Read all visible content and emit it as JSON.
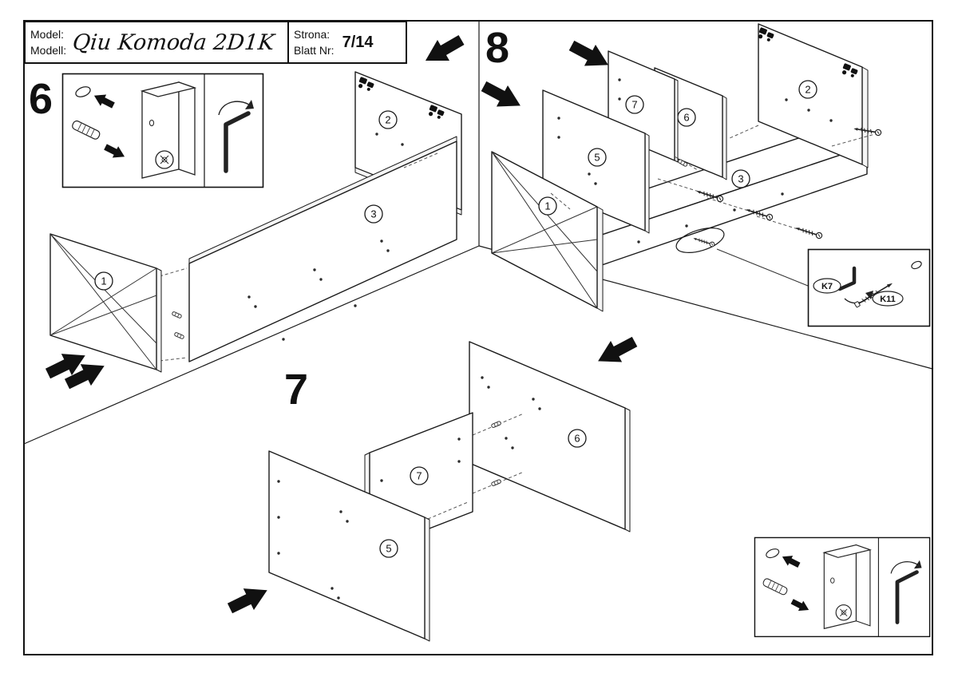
{
  "header": {
    "model_label_pl": "Model:",
    "model_label_de": "Modell:",
    "model_name": "Qiu Komoda 2D1K",
    "page_label_pl": "Strona:",
    "page_label_de": "Blatt Nr:",
    "page_number": "7/14"
  },
  "steps": {
    "six": {
      "label": "6",
      "parts": [
        "1",
        "2",
        "3"
      ]
    },
    "seven": {
      "label": "7",
      "parts": [
        "5",
        "7",
        "6"
      ]
    },
    "eight": {
      "label": "8",
      "parts": [
        "1",
        "2",
        "3",
        "5",
        "7",
        "6"
      ]
    }
  },
  "hardware": {
    "allen_key_code": "K7",
    "screw_code": "K11"
  },
  "colors": {
    "line": "#1a1a1a",
    "arrow": "#111111",
    "background": "#ffffff"
  }
}
